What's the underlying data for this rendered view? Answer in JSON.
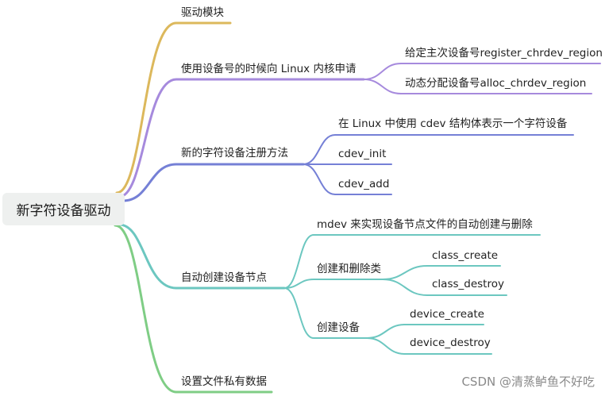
{
  "root": "新字符设备驱动",
  "colors": {
    "yellow": "#dcb85c",
    "purple": "#a68add",
    "blue": "#7580d6",
    "teal": "#6cc7c0",
    "green": "#7fcd85"
  },
  "branches": [
    {
      "label": "驱动模块"
    },
    {
      "label": "使用设备号的时候向 Linux 内核申请",
      "children": [
        {
          "label": "给定主次设备号register_chrdev_region"
        },
        {
          "label": "动态分配设备号alloc_chrdev_region"
        }
      ]
    },
    {
      "label": "新的字符设备注册方法",
      "children": [
        {
          "label": "在 Linux 中使用 cdev 结构体表示一个字符设备"
        },
        {
          "label": "cdev_init"
        },
        {
          "label": "cdev_add"
        }
      ]
    },
    {
      "label": "自动创建设备节点",
      "children": [
        {
          "label": "mdev 来实现设备节点文件的自动创建与删除"
        },
        {
          "label": "创建和删除类",
          "children": [
            {
              "label": "class_create"
            },
            {
              "label": "class_destroy"
            }
          ]
        },
        {
          "label": "创建设备",
          "children": [
            {
              "label": "device_create"
            },
            {
              "label": "device_destroy"
            }
          ]
        }
      ]
    },
    {
      "label": "设置文件私有数据"
    }
  ],
  "watermark": "CSDN @清蒸鲈鱼不好吃"
}
